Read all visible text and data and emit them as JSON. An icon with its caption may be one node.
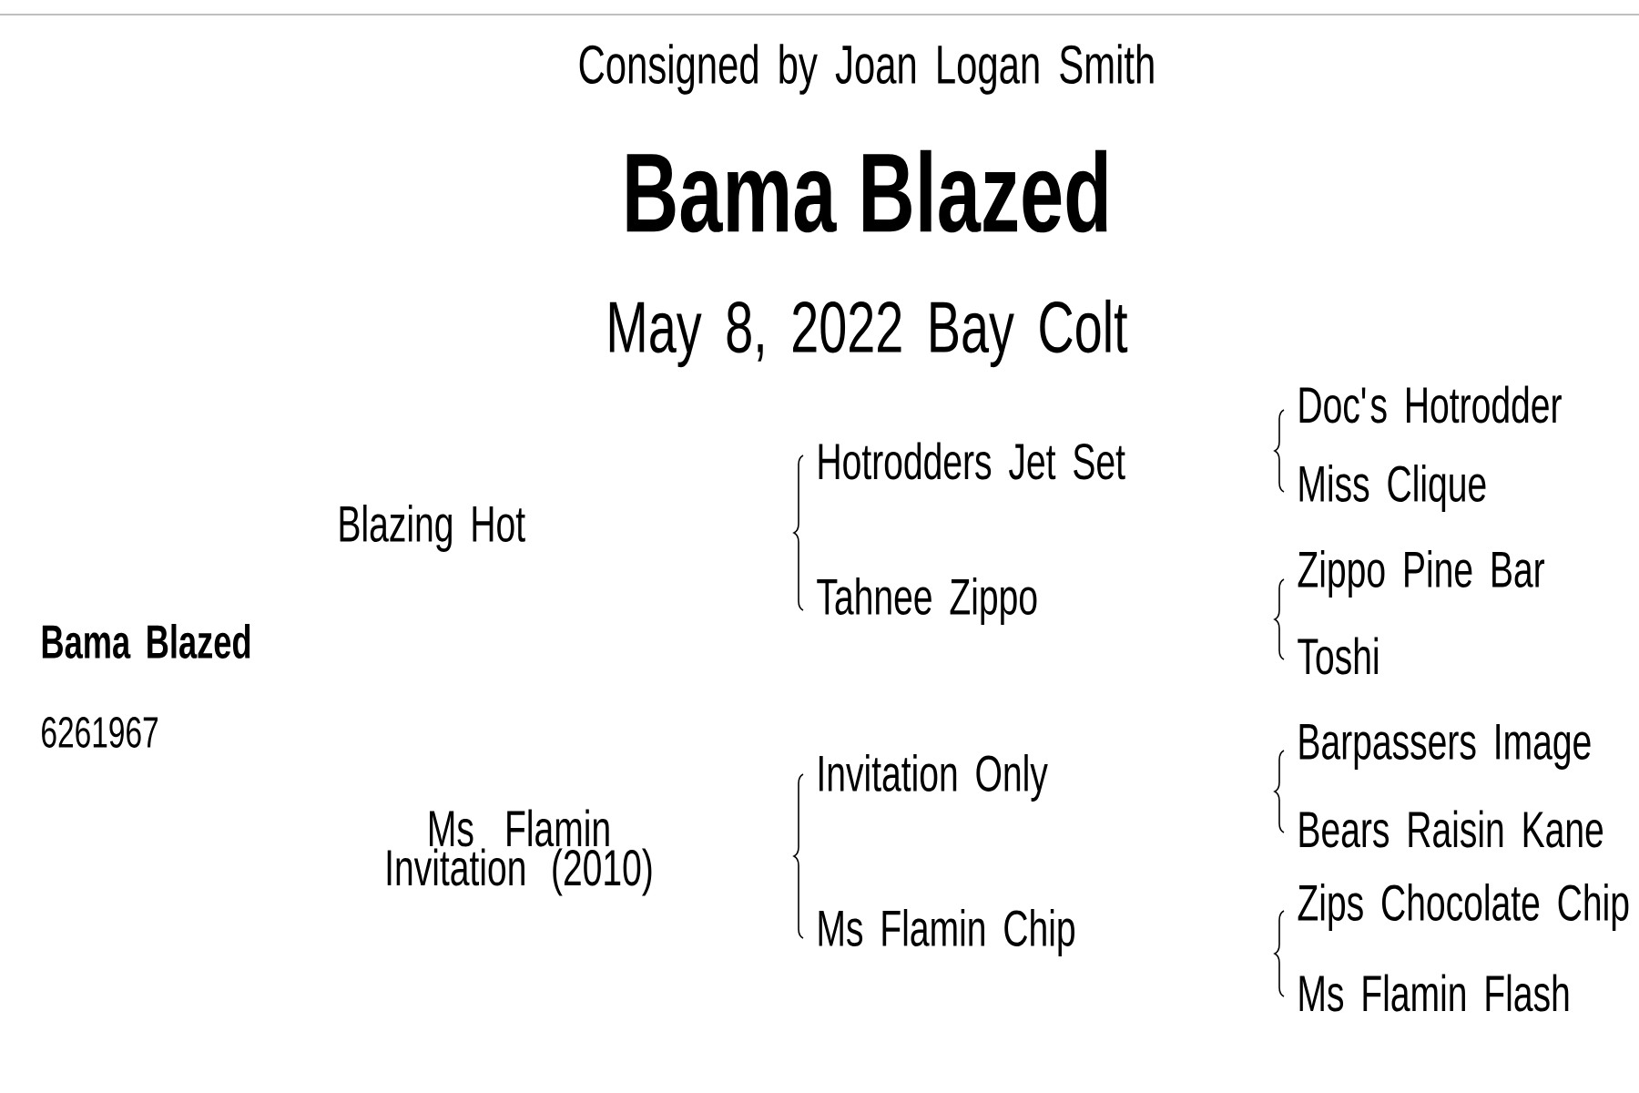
{
  "diagram": {
    "title": "Bama Blazed",
    "labels": [
      "Consigned by Joan Logan Smith",
      "May 8, 2022 Bay Colt",
      "Bama Blazed",
      "6261967",
      "Blazing Hot",
      "Hotrodders Jet Set",
      "Doc's Hotrodder",
      "Miss Clique",
      "Tahnee Zippo",
      "Zippo Pine Bar",
      "Toshi",
      "Ms Flamin Invitation (2010)",
      "Invitation Only",
      "Barpassers Image",
      "Bears Raisin Kane",
      "Ms Flamin Chip",
      "Zips Chocolate Chip",
      "Ms Flamin Flash"
    ]
  }
}
